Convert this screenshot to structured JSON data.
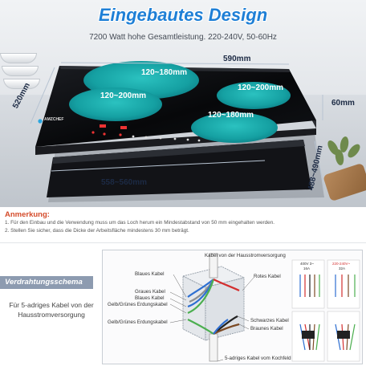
{
  "hero": {
    "title": "Eingebautes Design",
    "subtitle": "7200 Watt hohe Gesamtleistung. 220-240V, 50-60Hz",
    "brand": "AMZCHEF",
    "dimensions": {
      "width_top": "590mm",
      "depth_left": "520mm",
      "height_right": "60mm",
      "cutout_width": "558~560mm",
      "cutout_depth": "488~490mm"
    },
    "zones": [
      {
        "label": "120~180mm"
      },
      {
        "label": "120~200mm"
      },
      {
        "label": "120~200mm"
      },
      {
        "label": "120~180mm"
      }
    ],
    "colors": {
      "title_blue": "#1e7fd6",
      "zone_teal": "#1aa9a9",
      "glass": "#0b0c0f"
    }
  },
  "notes": {
    "heading": "Anmerkung:",
    "items": [
      "1. Für den Einbau und die Verwendung muss um das Loch herum ein Mindestabstand von 50 mm eingehalten werden.",
      "2. Stellen Sie sicher, dass die Dicke der Arbeitsfläche mindestens 30 mm beträgt."
    ]
  },
  "wiring": {
    "tab_label": "Verdrahtungsschema",
    "description": "Für 5-adriges Kabel von der Hausstromversorgung",
    "labels": {
      "top_cable": "Kabel von der Hausstromversorgung",
      "blue": "Blaues Kabel",
      "grey": "Graues Kabel",
      "blue2": "Blaues Kabel",
      "yellow_green": "Gelb/Grünes Erdungskabel",
      "red": "Rotes Kabel",
      "yellow_green2": "Gelb/Grünes Erdungskabel",
      "black": "Schwarzes Kabel",
      "brown": "Braunes Kabel",
      "bottom_cable": "5-adriges Kabel vom Kochfeld"
    },
    "mini": {
      "voltage1": "400V 3~",
      "amps1": "16A",
      "voltage2": "220-240V~",
      "amps2": "32A"
    }
  }
}
